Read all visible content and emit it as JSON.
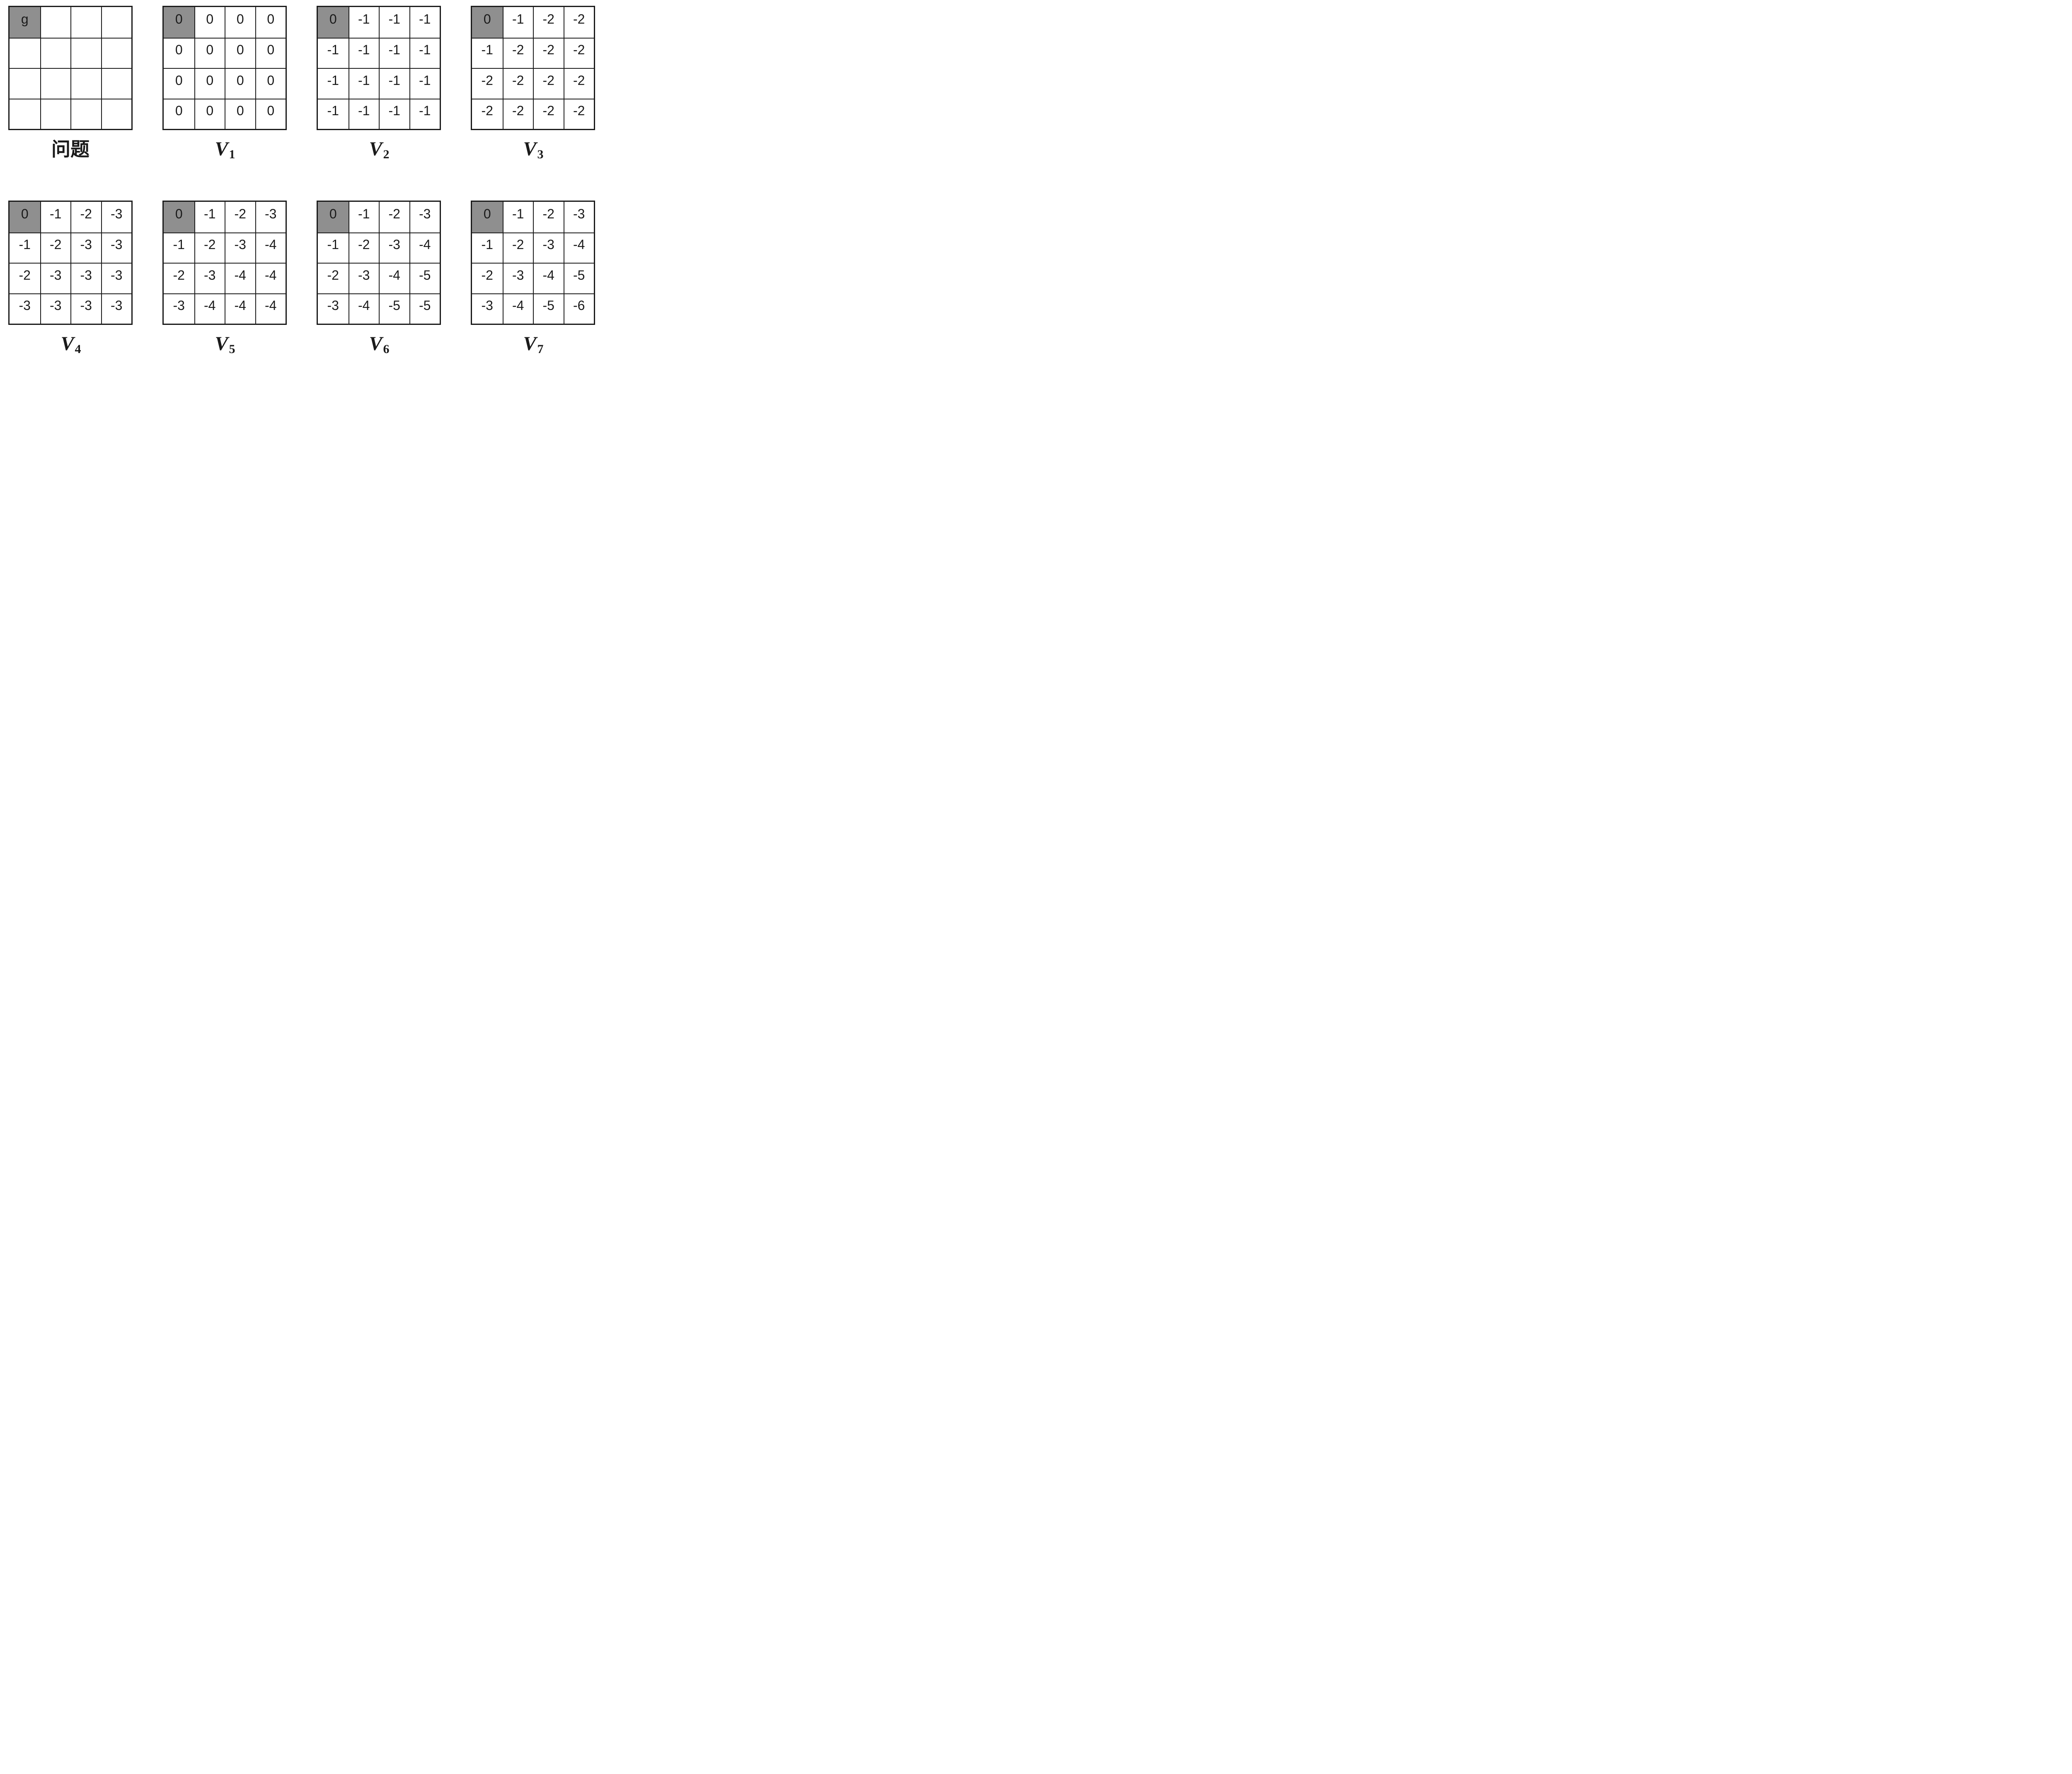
{
  "colors": {
    "background": "#ffffff",
    "line": "#1a1a1a",
    "text": "#1a1a1a",
    "highlight_gray": "#8f8f8f"
  },
  "description": "Value iteration on a 4x4 gridworld: problem grid with goal cell g, followed by value function iterations V1 through V7",
  "figures": [
    {
      "id": "problem",
      "label": "问题",
      "sub": "",
      "cells": [
        [
          "g",
          "",
          "",
          ""
        ],
        [
          "",
          "",
          "",
          ""
        ],
        [
          "",
          "",
          "",
          ""
        ],
        [
          "",
          "",
          "",
          ""
        ]
      ]
    },
    {
      "id": "v1",
      "label": "V",
      "sub": "1",
      "cells": [
        [
          "0",
          "0",
          "0",
          "0"
        ],
        [
          "0",
          "0",
          "0",
          "0"
        ],
        [
          "0",
          "0",
          "0",
          "0"
        ],
        [
          "0",
          "0",
          "0",
          "0"
        ]
      ]
    },
    {
      "id": "v2",
      "label": "V",
      "sub": "2",
      "cells": [
        [
          "0",
          "-1",
          "-1",
          "-1"
        ],
        [
          "-1",
          "-1",
          "-1",
          "-1"
        ],
        [
          "-1",
          "-1",
          "-1",
          "-1"
        ],
        [
          "-1",
          "-1",
          "-1",
          "-1"
        ]
      ]
    },
    {
      "id": "v3",
      "label": "V",
      "sub": "3",
      "cells": [
        [
          "0",
          "-1",
          "-2",
          "-2"
        ],
        [
          "-1",
          "-2",
          "-2",
          "-2"
        ],
        [
          "-2",
          "-2",
          "-2",
          "-2"
        ],
        [
          "-2",
          "-2",
          "-2",
          "-2"
        ]
      ]
    },
    {
      "id": "v4",
      "label": "V",
      "sub": "4",
      "cells": [
        [
          "0",
          "-1",
          "-2",
          "-3"
        ],
        [
          "-1",
          "-2",
          "-3",
          "-3"
        ],
        [
          "-2",
          "-3",
          "-3",
          "-3"
        ],
        [
          "-3",
          "-3",
          "-3",
          "-3"
        ]
      ]
    },
    {
      "id": "v5",
      "label": "V",
      "sub": "5",
      "cells": [
        [
          "0",
          "-1",
          "-2",
          "-3"
        ],
        [
          "-1",
          "-2",
          "-3",
          "-4"
        ],
        [
          "-2",
          "-3",
          "-4",
          "-4"
        ],
        [
          "-3",
          "-4",
          "-4",
          "-4"
        ]
      ]
    },
    {
      "id": "v6",
      "label": "V",
      "sub": "6",
      "cells": [
        [
          "0",
          "-1",
          "-2",
          "-3"
        ],
        [
          "-1",
          "-2",
          "-3",
          "-4"
        ],
        [
          "-2",
          "-3",
          "-4",
          "-5"
        ],
        [
          "-3",
          "-4",
          "-5",
          "-5"
        ]
      ]
    },
    {
      "id": "v7",
      "label": "V",
      "sub": "7",
      "cells": [
        [
          "0",
          "-1",
          "-2",
          "-3"
        ],
        [
          "-1",
          "-2",
          "-3",
          "-4"
        ],
        [
          "-2",
          "-3",
          "-4",
          "-5"
        ],
        [
          "-3",
          "-4",
          "-5",
          "-6"
        ]
      ]
    }
  ]
}
